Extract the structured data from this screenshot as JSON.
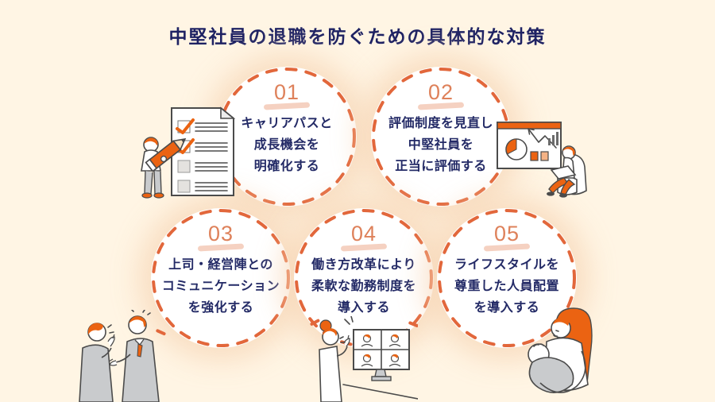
{
  "title": "中堅社員の退職を防ぐための具体的な対策",
  "colors": {
    "background": "#FFF5E4",
    "circle_fill": "#FFFFFF",
    "circle_halo": "#F6D6B6",
    "dashed_border": "#E2673B",
    "number": "#DE815A",
    "number_underline": "#F2C6B2",
    "body_text": "#232A66",
    "title_text": "#1E2263",
    "illustration_orange": "#EB6312",
    "illustration_gray": "#C9CBCD"
  },
  "items": [
    {
      "number": "01",
      "lines": [
        "キャリアパスと",
        "成長機会を",
        "明確化する"
      ]
    },
    {
      "number": "02",
      "lines": [
        "評価制度を見直し",
        "中堅社員を",
        "正当に評価する"
      ]
    },
    {
      "number": "03",
      "lines": [
        "上司・経営陣との",
        "コミュニケーション",
        "を強化する"
      ]
    },
    {
      "number": "04",
      "lines": [
        "働き方改革により",
        "柔軟な勤務制度を",
        "導入する"
      ]
    },
    {
      "number": "05",
      "lines": [
        "ライフスタイルを",
        "尊重した人員配置",
        "を導入する"
      ]
    }
  ],
  "icons": [
    "checklist-person-illustration",
    "presentation-chart-person-illustration",
    "two-men-talking-illustration",
    "video-call-illustration",
    "mother-and-baby-illustration"
  ]
}
